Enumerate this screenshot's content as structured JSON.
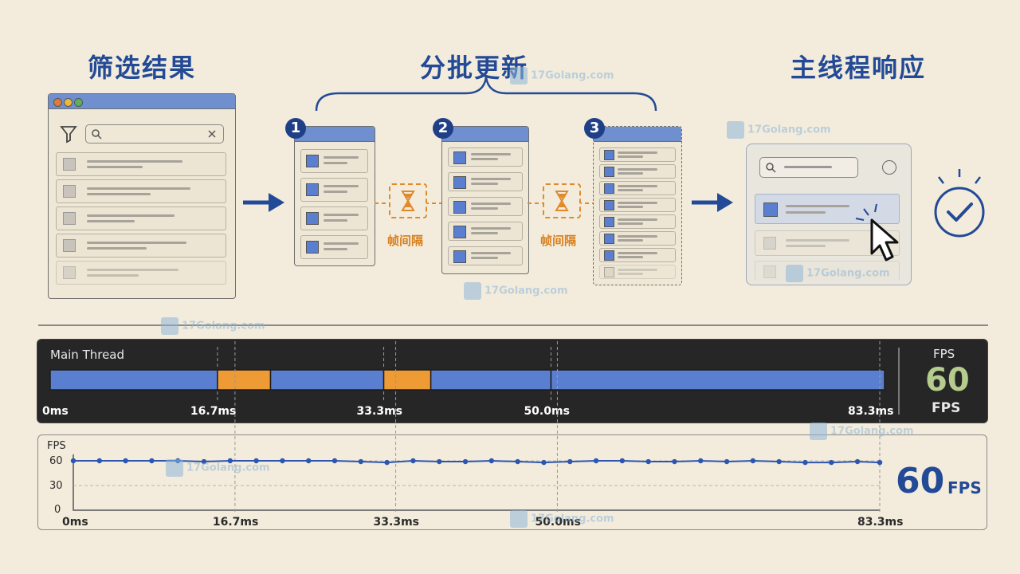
{
  "headings": {
    "filter": "筛选结果",
    "batch": "分批更新",
    "response": "主线程响应"
  },
  "steps": [
    "1",
    "2",
    "3"
  ],
  "frame_gap_label": "帧间隔",
  "timeline": {
    "label": "Main Thread",
    "fps_label": "FPS",
    "fps_value": "60",
    "fps_unit": "FPS",
    "ticks": [
      "0ms",
      "16.7ms",
      "33.3ms",
      "50.0ms",
      "83.3ms"
    ],
    "segments": [
      {
        "start": 0,
        "end": 16.7,
        "kind": "render"
      },
      {
        "start": 16.7,
        "end": 22.0,
        "kind": "batch"
      },
      {
        "start": 22.0,
        "end": 33.3,
        "kind": "render"
      },
      {
        "start": 33.3,
        "end": 38.0,
        "kind": "batch"
      },
      {
        "start": 38.0,
        "end": 50.0,
        "kind": "render"
      },
      {
        "start": 50.0,
        "end": 83.3,
        "kind": "render"
      }
    ],
    "colors": {
      "render": "#5b7fd0",
      "batch": "#ee9a35"
    }
  },
  "fps_chart": {
    "ylabel": "FPS",
    "yticks": [
      "60",
      "30",
      "0"
    ],
    "xticks": [
      "0ms",
      "16.7ms",
      "33.3ms",
      "50.0ms",
      "83.3ms"
    ],
    "value_big": "60",
    "value_unit": "FPS"
  },
  "chart_data": {
    "type": "line",
    "x": [
      0,
      2.7,
      5.4,
      8.1,
      10.8,
      13.5,
      16.2,
      18.9,
      21.6,
      24.3,
      27.0,
      29.7,
      32.4,
      35.1,
      37.8,
      40.5,
      43.2,
      45.9,
      48.6,
      51.3,
      54.0,
      56.7,
      59.4,
      62.1,
      64.8,
      67.5,
      70.2,
      72.9,
      75.6,
      78.3,
      81.0,
      83.3
    ],
    "series": [
      {
        "values": [
          60,
          60,
          60,
          60,
          60,
          59,
          60,
          60,
          60,
          60,
          60,
          59,
          58,
          60,
          59,
          59,
          60,
          59,
          58,
          59,
          60,
          60,
          59,
          59,
          60,
          59,
          60,
          59,
          58,
          58,
          59,
          58
        ]
      }
    ],
    "xlabel": "",
    "ylabel": "FPS",
    "xticks": [
      "0ms",
      "16.7ms",
      "33.3ms",
      "50.0ms",
      "83.3ms"
    ],
    "ylim": [
      0,
      60
    ],
    "grid": true
  },
  "watermark": "17Golang.com",
  "colors": {
    "accent": "#234a96",
    "orange": "#e08a2c",
    "fps_green": "#b5cc8e"
  }
}
